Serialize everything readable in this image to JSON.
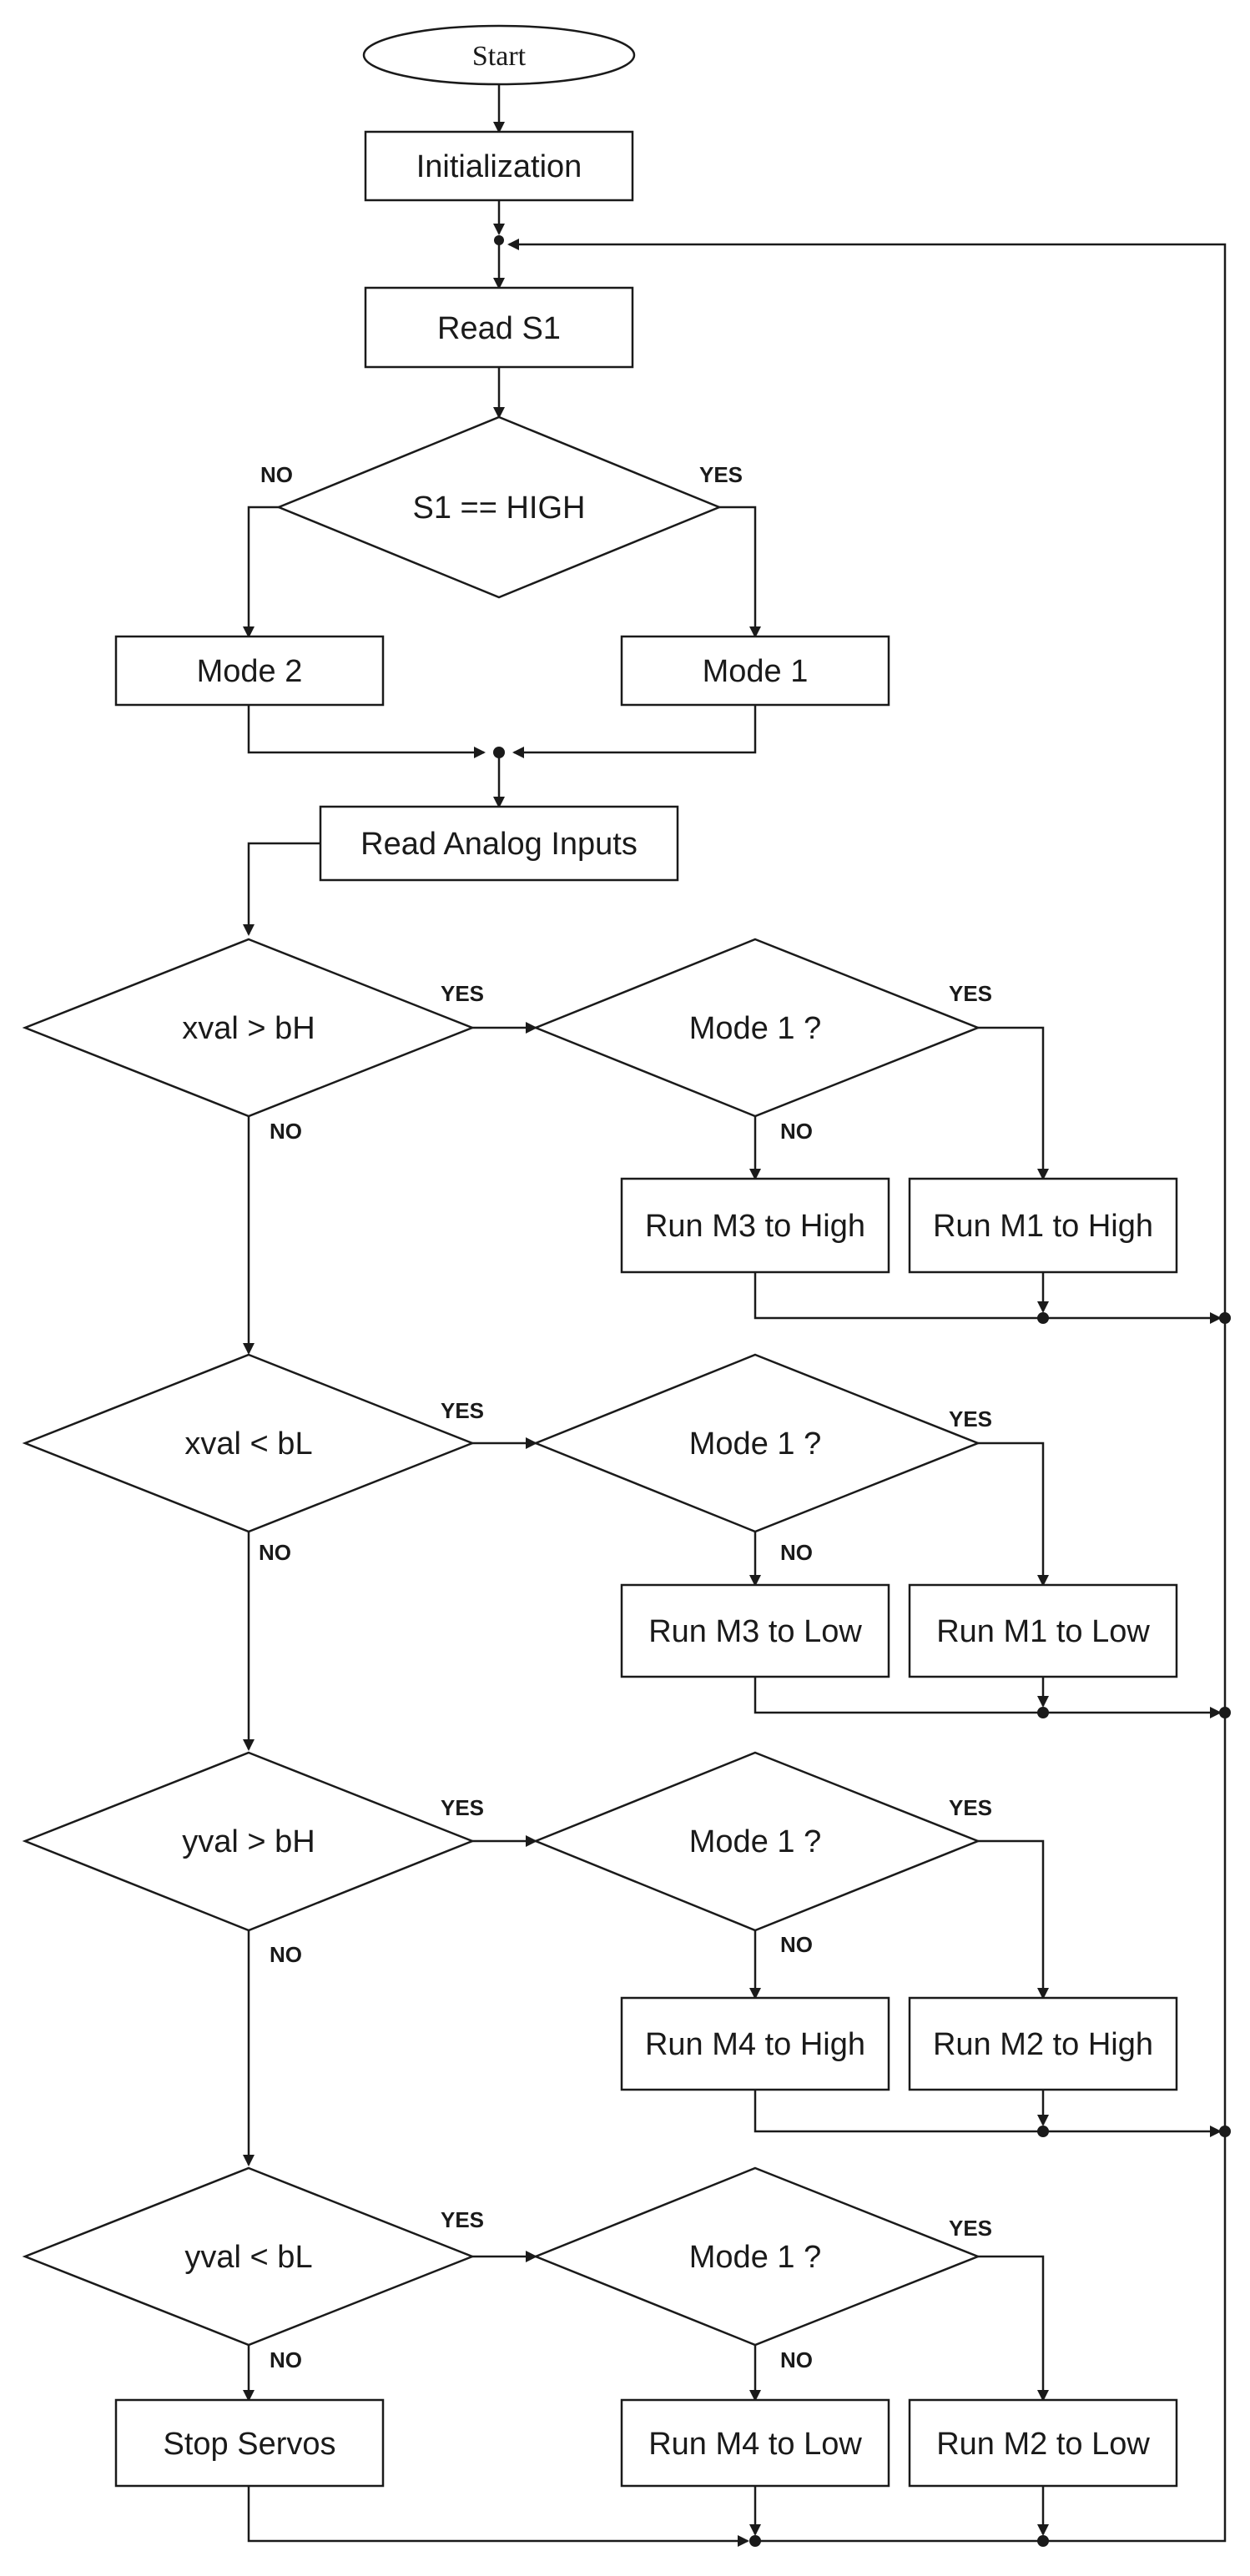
{
  "nodes": {
    "start": "Start",
    "init": "Initialization",
    "read_s1": "Read S1",
    "s1_check": "S1 == HIGH",
    "mode2": "Mode 2",
    "mode1": "Mode 1",
    "read_analog": "Read Analog Inputs",
    "xval_gt": "xval > bH",
    "xval_lt": "xval < bL",
    "yval_gt": "yval > bH",
    "yval_lt": "yval < bL",
    "mode_check_1": "Mode 1 ?",
    "mode_check_2": "Mode 1 ?",
    "mode_check_3": "Mode 1 ?",
    "mode_check_4": "Mode 1 ?",
    "m3_high": "Run M3 to High",
    "m1_high": "Run M1 to High",
    "m3_low": "Run M3 to Low",
    "m1_low": "Run M1 to Low",
    "m4_high": "Run M4 to High",
    "m2_high": "Run M2 to High",
    "m4_low": "Run M4 to Low",
    "m2_low": "Run M2 to Low",
    "stop": "Stop Servos"
  },
  "labels": {
    "yes": "YES",
    "no": "NO"
  }
}
